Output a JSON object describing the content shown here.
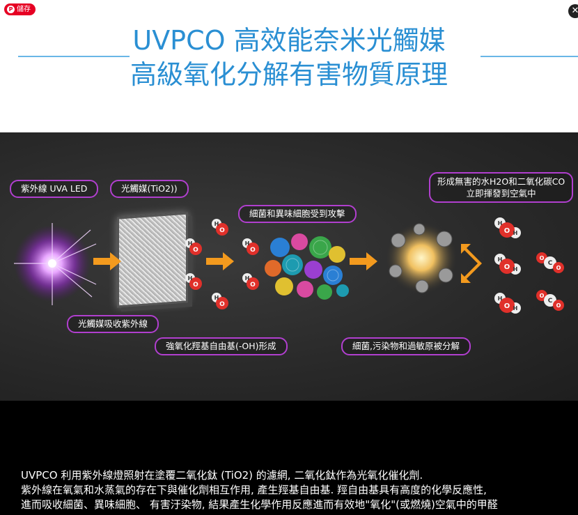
{
  "toolbar": {
    "save_label": "儲存",
    "close_glyph": "✕"
  },
  "header": {
    "title_line1": "UVPCO 高效能奈米光觸媒",
    "title_line2": "高級氧化分解有害物質原理"
  },
  "diagram": {
    "labels": {
      "uva_led": "紫外線 UVA LED",
      "photocatalyst": "光觸媒(TiO2))",
      "absorb": "光觸媒吸收紫外線",
      "oh_radical": "強氧化羥基自由基(-OH)形成",
      "bacteria_attack": "細菌和異味細胞受到攻擊",
      "decompose": "細菌,污染物和過敏原被分解",
      "result_line1": "形成無害的水H2O和二氧化碳CO",
      "result_line2": "立即揮發到空氣中"
    },
    "molecule_letters": {
      "h": "H",
      "o": "O",
      "c": "C"
    },
    "colors": {
      "label_border": "#b13fcf",
      "arrow": "#f39a1e",
      "title": "#2a8fd3"
    }
  },
  "description": {
    "line1": "UVPCO 利用紫外線燈照射在塗覆二氧化鈦 (TiO2) 的濾網, 二氧化鈦作為光氧化催化劑.",
    "line2": " 紫外線在氧氣和水蒸氣的存在下與催化劑相互作用, 產生羥基自由基. 羥自由基具有高度的化學反應性,",
    "line3": "進而吸收細菌、異味細胞、 有害汙染物, 結果產生化學作用反應進而有效地\"氧化\"(或燃燒)空氣中的甲醛"
  }
}
